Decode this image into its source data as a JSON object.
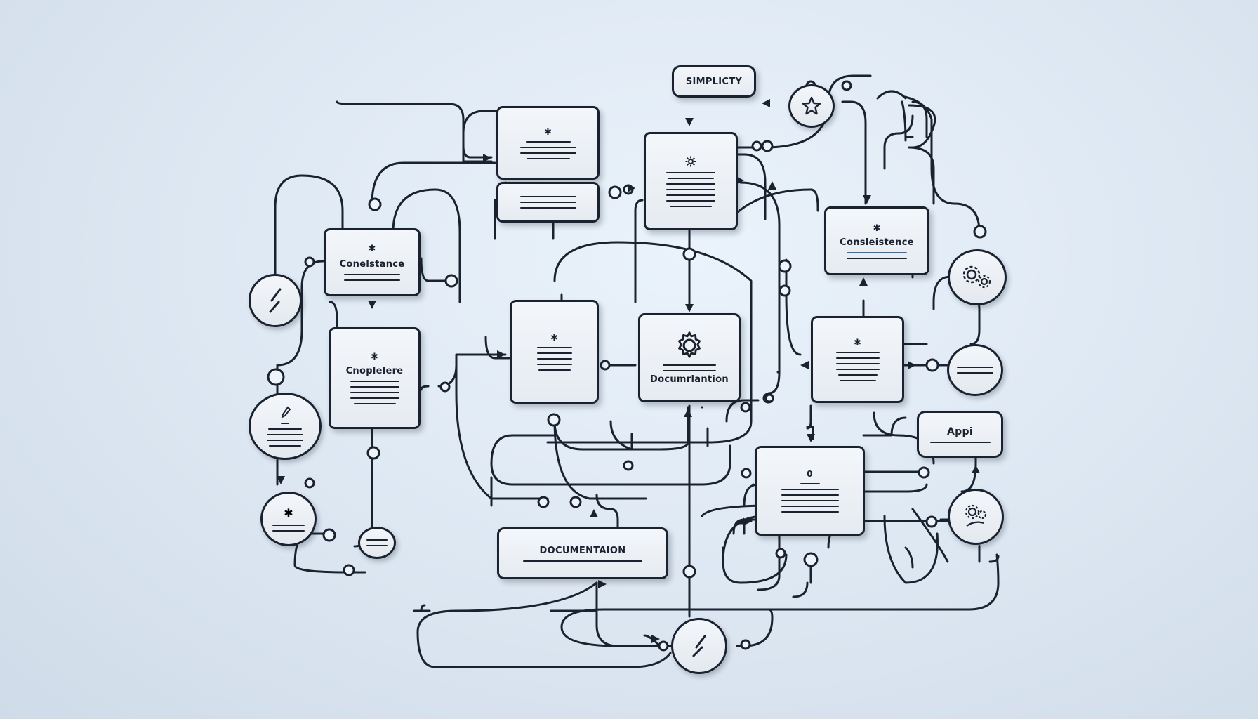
{
  "nodes": {
    "simplicity": "SIMPLICTY",
    "consistence_left": "Conelstance",
    "consistence_right": "Consleistence",
    "completeness": "Cnoplelere",
    "documentation_mid": "Documrlantion",
    "documentation_bottom": "DOCUMENTAION",
    "api": "Appi"
  },
  "colors": {
    "ink": "#1a2230",
    "accent": "#2f6fb0",
    "background": "#dfe9f4"
  },
  "icons": [
    "gear-icon",
    "star-icon",
    "pencil-icon",
    "gears-icon",
    "flower-gear-icon"
  ]
}
